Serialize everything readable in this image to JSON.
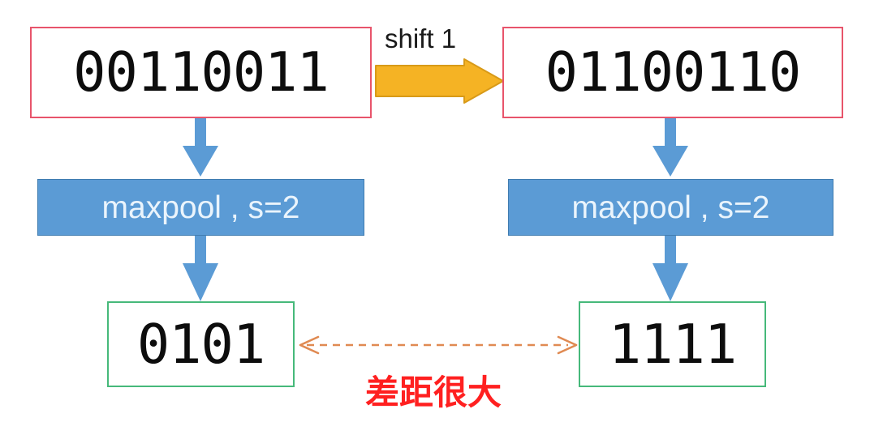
{
  "diagram": {
    "title_text_present": false,
    "colors": {
      "binary_box_border": "#e8546b",
      "pool_box_fill": "#5b9bd5",
      "pool_box_text": "#eaf4fc",
      "output_box_border": "#46b97a",
      "blue_arrow": "#5b9bd5",
      "orange_block_arrow": "#f5b324",
      "orange_block_arrow_edge": "#d89a18",
      "dashed_connector": "#e08a52",
      "gap_label_text": "#ff2020",
      "digit_text": "#0d0d0d",
      "shift_label_text": "#1a1a1a",
      "background": "#ffffff"
    },
    "left_branch": {
      "input_label": "00110011",
      "operation_label": "maxpool , s=2",
      "output_label": "0101"
    },
    "right_branch": {
      "input_label": "01100110",
      "operation_label": "maxpool , s=2",
      "output_label": "1111"
    },
    "shift_label": "shift 1",
    "gap_label": "差距很大",
    "icons": {
      "shift_arrow": "right-block-arrow-icon",
      "flow_arrow": "down-arrow-icon",
      "compare_connector": "double-headed-dashed-arrow-icon"
    }
  }
}
